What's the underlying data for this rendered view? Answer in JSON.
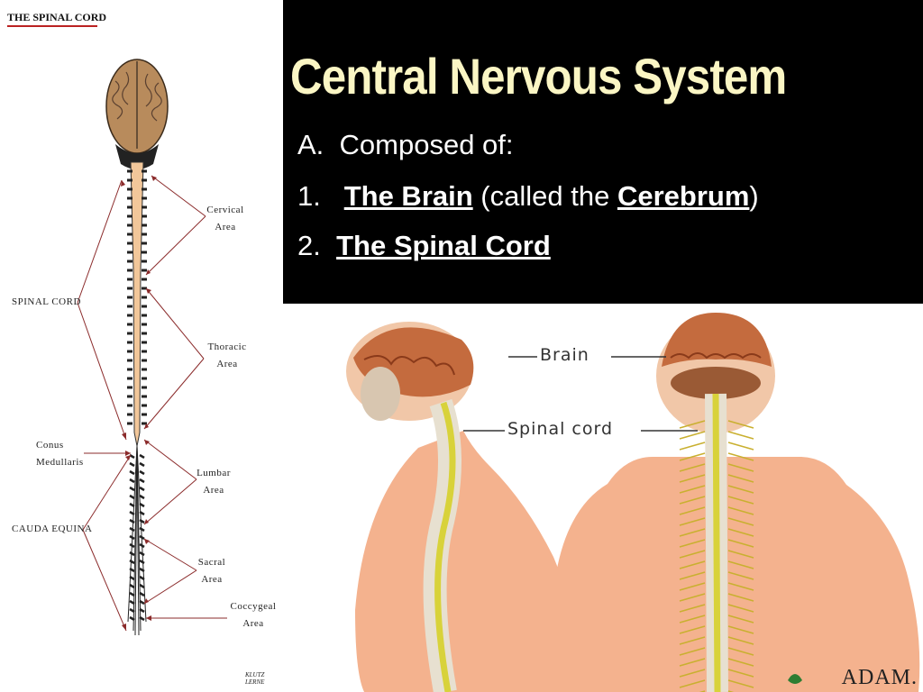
{
  "slide": {
    "title": "Central Nervous System",
    "line_a_prefix": "A.",
    "line_a_text": "Composed of:",
    "line_1_prefix": "1.",
    "line_1_term": "The Brain",
    "line_1_mid": "(called the",
    "line_1_term2": "Cerebrum",
    "line_1_end": ")",
    "line_2_prefix": "2.",
    "line_2_term": "The Spinal Cord"
  },
  "diagram": {
    "title": "THE SPINAL CORD",
    "labels": {
      "cervical": [
        "Cervical",
        "Area"
      ],
      "spinal_cord": "SPINAL CORD",
      "thoracic": [
        "Thoracic",
        "Area"
      ],
      "conus": [
        "Conus",
        "Medullaris"
      ],
      "lumbar": [
        "Lumbar",
        "Area"
      ],
      "cauda": "CAUDA EQUINA",
      "sacral": [
        "Sacral",
        "Area"
      ],
      "coccygeal": [
        "Coccygeal",
        "Area"
      ]
    },
    "signature": "KLUTZ LERNE"
  },
  "anatomy": {
    "brain_label": "Brain",
    "spinal_cord_label": "Spinal cord",
    "brand": "ADAM."
  },
  "colors": {
    "title": "#fbf6c4",
    "arrow": "#8b2b2b",
    "brain": "#b88b5c",
    "cord": "#f2c79a",
    "skin": "#f4b28e",
    "nerve": "#d8d23a"
  }
}
